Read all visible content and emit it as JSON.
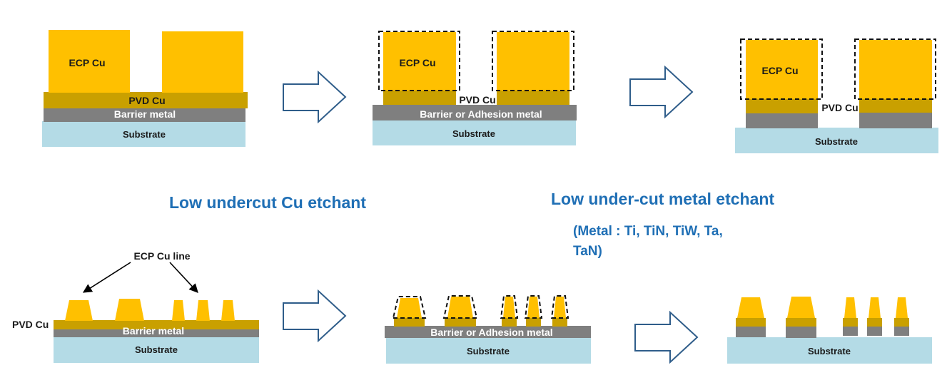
{
  "labels": {
    "ecp_cu": "ECP Cu",
    "pvd_cu": "PVD Cu",
    "barrier_metal": "Barrier metal",
    "barrier_or_adhesion": "Barrier  or Adhesion metal",
    "substrate": "Substrate",
    "ecp_cu_line": "ECP Cu line"
  },
  "titles": {
    "cu_etchant": "Low undercut Cu etchant",
    "metal_etchant": "Low under-cut metal etchant",
    "metal_list_line1": "(Metal : Ti, TiN, TiW, Ta,",
    "metal_list_line2": "TaN)"
  },
  "colors": {
    "ecp_cu": "#ffc000",
    "pvd_cu": "#c9a000",
    "barrier": "#7f7f7f",
    "substrate": "#b4dbe6",
    "title_blue": "#1f6fb5",
    "arrow_outline": "#2f5d8a"
  }
}
